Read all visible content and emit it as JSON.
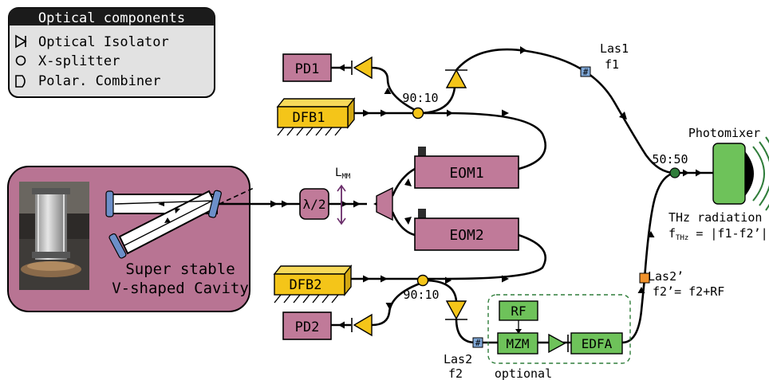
{
  "legend": {
    "title": "Optical components",
    "items": [
      {
        "symbol": "isolator-icon",
        "label": "Optical Isolator"
      },
      {
        "symbol": "splitter-icon",
        "label": "X-splitter"
      },
      {
        "symbol": "combiner-icon",
        "label": "Polar. Combiner"
      }
    ]
  },
  "cavity": {
    "caption_line1": "Super stable",
    "caption_line2": "V-shaped Cavity"
  },
  "components": {
    "pd1": "PD1",
    "pd2": "PD2",
    "dfb1": "DFB1",
    "dfb2": "DFB2",
    "eom1": "EOM1",
    "eom2": "EOM2",
    "waveplate": "λ/2",
    "lens_label": "L",
    "lens_label_sub": "MM",
    "coupler_top": "90:10",
    "coupler_bottom": "90:10",
    "coupler_out": "50:50",
    "rf": "RF",
    "mzm": "MZM",
    "edfa": "EDFA",
    "optional": "optional",
    "photomixer": "Photomixer",
    "marker_symbol": "#"
  },
  "signals": {
    "las1_name": "Las1",
    "las1_freq": "f1",
    "las2_name": "Las2",
    "las2_freq": "f2",
    "las2p_name": "Las2’",
    "las2p_freq": "f2’= f2+RF",
    "thz_title": "THz radiation",
    "thz_formula_f": "f",
    "thz_formula_sub": "THz",
    "thz_formula_rest": " = |f1-f2’|"
  },
  "colors": {
    "purple": "#c07a99",
    "yellow": "#f4c519",
    "green": "#6ec25a",
    "dark_green": "#2f7d3a",
    "blue_marker": "#7fa8d8",
    "orange_marker": "#f0922c",
    "cavity_bg": "#b87493",
    "legend_bg": "#e2e2e2"
  }
}
